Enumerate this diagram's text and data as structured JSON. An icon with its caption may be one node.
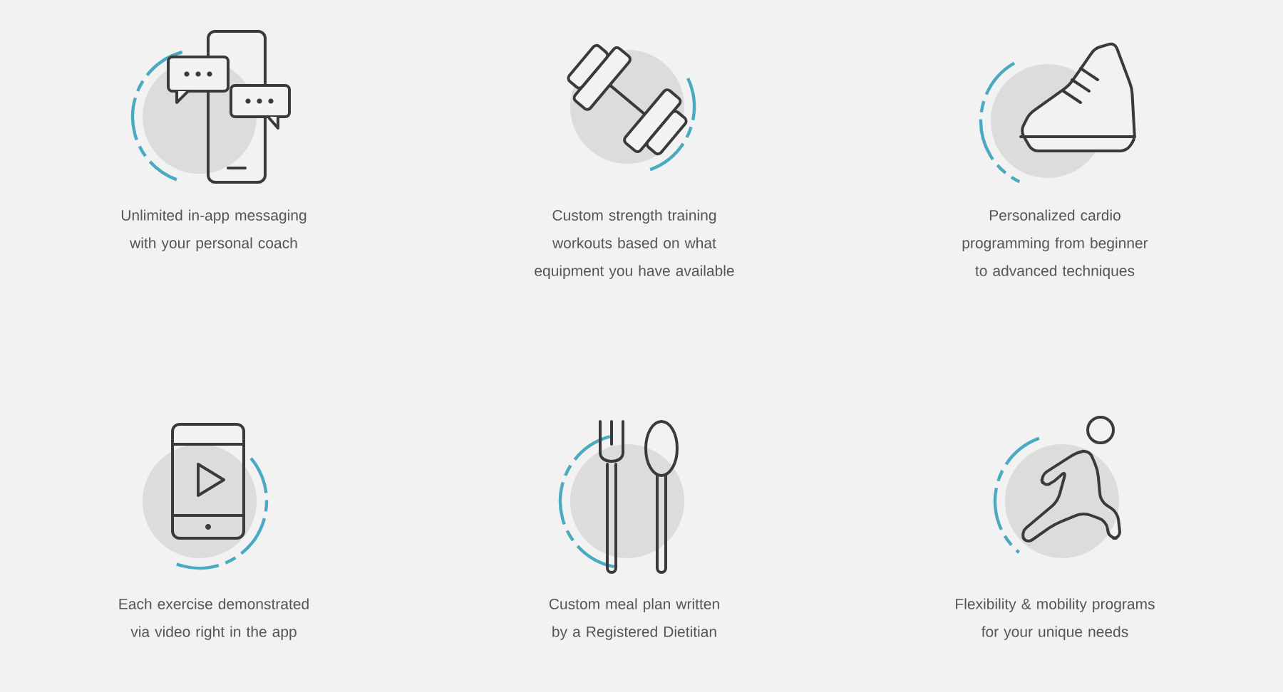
{
  "diagram": {
    "labels": [
      "Unlimited in-app messaging with your personal coach",
      "Custom strength training workouts based on what equipment you have available",
      "Personalized cardio programming from beginner to advanced techniques",
      "Each exercise demonstrated via video right in the app",
      "Custom meal plan written by a Registered Dietitian",
      "Flexibility & mobility programs for your unique needs"
    ]
  }
}
